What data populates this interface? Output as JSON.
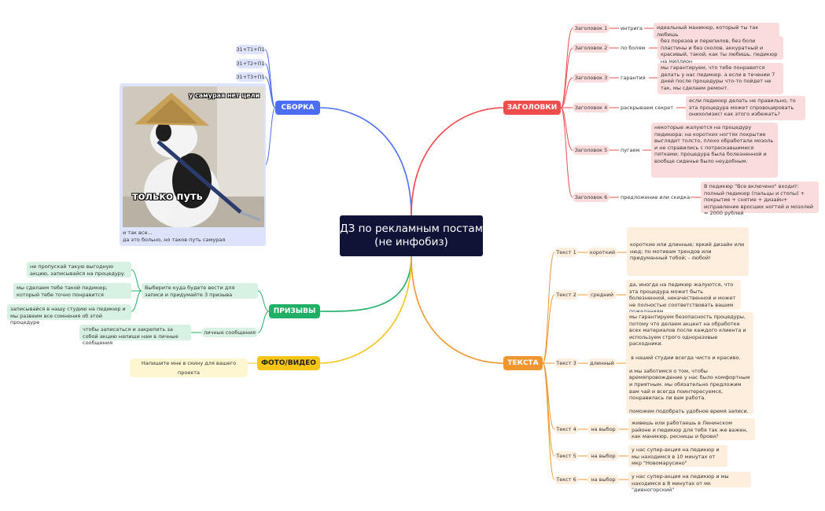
{
  "root": {
    "title": "ДЗ по рекламным постам (не инфобиз)"
  },
  "colors": {
    "red": "#ef4c4c",
    "orange": "#f0962e",
    "green": "#1fb066",
    "blue": "#4c6ef5",
    "yellow": "#f5c518",
    "root": "#0f1437"
  },
  "headings": {
    "label": "ЗАГОЛОВКИ",
    "items": [
      {
        "name": "Заголовок 1",
        "tag": "интрига",
        "text": "идеальный маникюр, который ты так любишь"
      },
      {
        "name": "Заголовок 2",
        "tag": "по болям",
        "text": "без порезов и перепилов, без боли пластины и без сколов. аккуратный и красивый, такой, как ты любишь. педикюр на миллион"
      },
      {
        "name": "Заголовок 3",
        "tag": "гарантия",
        "text": "мы гарантируем, что тебе понравится делать у нас педикюр. а если в течении 7 дней после процедуры что-то пойдет не так, мы сделаем ремонт."
      },
      {
        "name": "Заголовок 4",
        "tag": "раскрываем секрет",
        "text": "если педикюр делать не правильно, то эта процедура может спровоцировать онихолизис! как этого избежать?"
      },
      {
        "name": "Заголовок 5",
        "tag": "пугаем",
        "text": "некоторые жалуются на процедуру педикюра: на коротких ногтях покрытие выглядит толсто, плохо обработали мозоль и не справились с потрескавшимися пятками; процедура была болезненной и вообще сиденье было неудобным."
      },
      {
        "name": "Заголовок 6",
        "tag": "предложение или скидка",
        "text": "В педикюр \"Все включено\" входит: полный педикюр (пальцы и стопы) + покрытие + снятие + дизайн+ исправление вросших ногтей и мозолей  = 2000 рублей"
      }
    ]
  },
  "texts": {
    "label": "ТЕКСТА",
    "items": [
      {
        "name": "Текст 1",
        "tag": "короткий",
        "text": " короткие или длинные; яркий дизайн или нюд; по мотивам трендов или придуманный тобой; - любой!"
      },
      {
        "name": "Текст 2",
        "tag": "средний",
        "text": "да, иногда на педикюр жалуются, что эта процедура может быть болезненной, некачественной и может не полностью соответствовать вашим пожеланиям"
      },
      {
        "name": "Текст 3",
        "tag": "длинный",
        "text": "мы гарантируем безопасность процедуры, потому что делаем акцент на обработке всех материалов после каждого клиента и используем строго одноразовые расходники.\n\n в нашей студии всегда чисто и красиво.\n\nи мы заботимся о том, чтобы времяпровождение у нас было комфортным и приятным. мы обязательно предложим вам чай и всегда поинтересуемся, понравилась ли вам работа.\n\nпоможем подобрать удобное время записи."
      },
      {
        "name": "Текст 4",
        "tag": "на выбор",
        "text": "живешь или работаешь в Ленинском районе и педикюр для тебя так же важен, как маникюр, ресницы и брови?"
      },
      {
        "name": "Текст 5",
        "tag": "на выбор",
        "text": "у нас супер-акция на педикюр и мы находимся в 10 минутах от мкр \"Новомарусино\""
      },
      {
        "name": "Текст 6",
        "tag": "на выбор",
        "text": "у нас супер-акция на педикюр и мы находимся в 8 минутах от мк \"дивногорский\""
      }
    ]
  },
  "assembly": {
    "label": "СБОРКА",
    "items": [
      "З1+Т1+П1",
      "З1+Т2+П1",
      "З1+Т3+П1"
    ],
    "meme_top": "у самурая нет цели",
    "meme_bottom": "только путь",
    "caption_1": "и так все...",
    "caption_2": "да это больно, но таков путь самурая"
  },
  "calls": {
    "label": "ПРИЗЫВЫ",
    "choose": "Выберите куда будете вести для записи и придумайте 3 призыва",
    "c1": "не пропускай такую выгодную акцию, записывайся на процедуру.",
    "c2": "мы сделаем тебе такой педикюр, который тебе точно понравится",
    "c3": "записывайся в нашу студию на педикюр и мы развеим все сомнения об этой процедуре",
    "private": "личные сообщения",
    "private_text": "чтобы записаться и закрепить за собой акцию напиши нам в личные сообщения"
  },
  "photo": {
    "label": "ФОТО/ВИДЕО",
    "text": "Напишите мне в скину для вашего проекта"
  }
}
